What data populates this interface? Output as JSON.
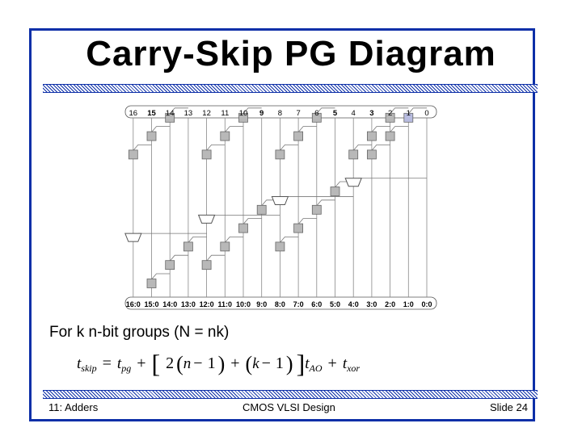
{
  "slide": {
    "title": "Carry-Skip PG Diagram",
    "body_text": "For k n-bit groups (N = nk)",
    "footer_left": "11: Adders",
    "footer_center": "CMOS VLSI Design",
    "footer_right": "Slide 24",
    "border_color": "#0d2fa8"
  },
  "diagram": {
    "top_labels": [
      "16",
      "15",
      "14",
      "13",
      "12",
      "11",
      "10",
      "9",
      "8",
      "7",
      "6",
      "5",
      "4",
      "3",
      "2",
      "1",
      "0"
    ],
    "bottom_labels": [
      "16:0",
      "15:0",
      "14:0",
      "13:0",
      "12:0",
      "11:0",
      "10:0",
      "9:0",
      "8:0",
      "7:0",
      "6:0",
      "5:0",
      "4:0",
      "3:0",
      "2:0",
      "1:0",
      "0:0"
    ],
    "bold_bits": [
      "15",
      "9",
      "5",
      "3"
    ]
  },
  "formula": {
    "t": "t",
    "skip": "skip",
    "eq": "=",
    "pg": "pg",
    "plus": "+",
    "lbracket": "[",
    "two": "2",
    "lparen": "(",
    "n": "n",
    "minus": "−",
    "one": "1",
    "rparen": ")",
    "k": "k",
    "rbracket": "]",
    "AO": "AO",
    "xor": "xor"
  }
}
